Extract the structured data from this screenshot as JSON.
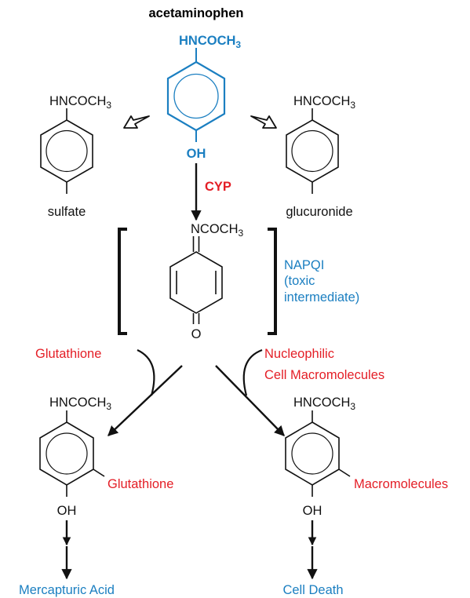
{
  "colors": {
    "black": "#111111",
    "blue": "#1b7fc1",
    "red": "#e41e26"
  },
  "labels": {
    "title": "acetaminophen",
    "top_substituent": "HNCOCH",
    "top_substituent_sub": "3",
    "top_oh": "OH",
    "enzyme": "CYP",
    "left_substituent": "HNCOCH",
    "left_substituent_sub": "3",
    "left_conjugate": "sulfate",
    "right_substituent": "HNCOCH",
    "right_substituent_sub": "3",
    "right_conjugate": "glucuronide",
    "napqi_substituent": "NCOCH",
    "napqi_substituent_sub": "3",
    "napqi_oxygen": "O",
    "napqi_name": "NAPQI",
    "napqi_note_1": "(toxic",
    "napqi_note_2": "intermediate)",
    "reagent_left": "Glutathione",
    "reagent_right_1": "Nucleophilic",
    "reagent_right_2": "Cell Macromolecules",
    "bl_substituent": "HNCOCH",
    "bl_substituent_sub": "3",
    "bl_adduct": "Glutathione",
    "bl_oh": "OH",
    "br_substituent": "HNCOCH",
    "br_substituent_sub": "3",
    "br_adduct": "Macromolecules",
    "br_oh": "OH",
    "product_left": "Mercapturic Acid",
    "product_right": "Cell Death"
  }
}
